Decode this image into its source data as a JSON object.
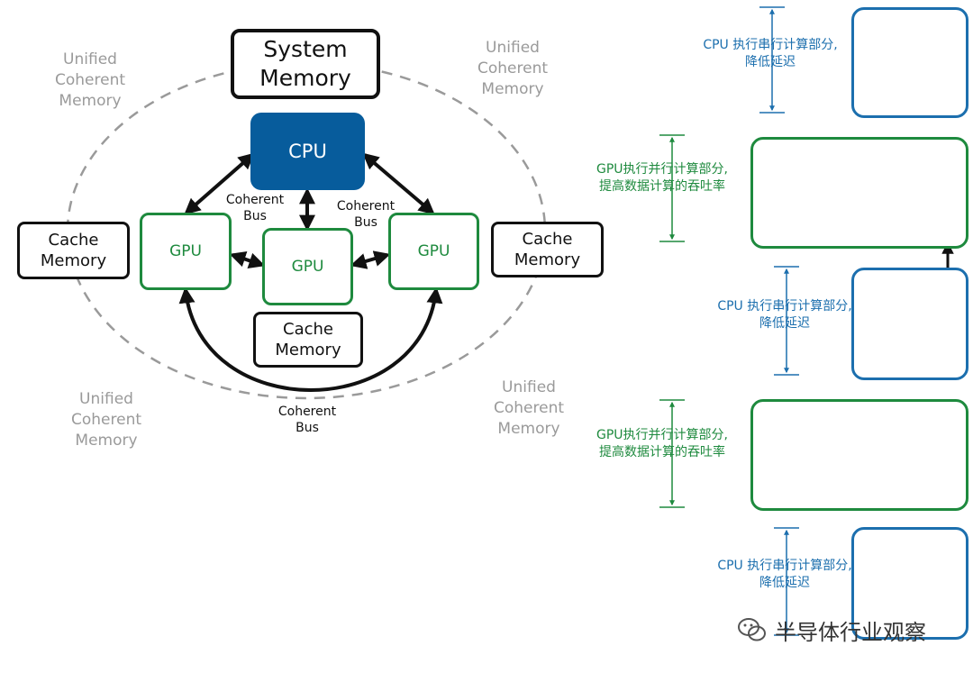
{
  "diagram": {
    "system_memory": "System\nMemory",
    "cpu": "CPU",
    "gpus": [
      "GPU",
      "GPU",
      "GPU"
    ],
    "cache_memory": [
      "Cache\nMemory",
      "Cache\nMemory",
      "Cache\nMemory"
    ],
    "unified_labels": [
      "Unified\nCoherent\nMemory",
      "Unified\nCoherent\nMemory",
      "Unified\nCoherent\nMemory",
      "Unified\nCoherent\nMemory"
    ],
    "bus_labels": [
      "Coherent\nBus",
      "Coherent\nBus",
      "Coherent\nBus"
    ]
  },
  "timeline": {
    "cpu_text": "CPU 执行串行计算部分,\n降低延迟",
    "gpu_text": "GPU执行并行计算部分,\n提高数据计算的吞吐率",
    "stages": [
      "cpu",
      "gpu",
      "cpu",
      "gpu",
      "cpu"
    ]
  },
  "watermark": "半导体行业观察",
  "colors": {
    "cpu_blue": "#075c9c",
    "timeline_blue": "#1c6fae",
    "gpu_green": "#1e8a3e",
    "grey": "#9a9a9a"
  }
}
